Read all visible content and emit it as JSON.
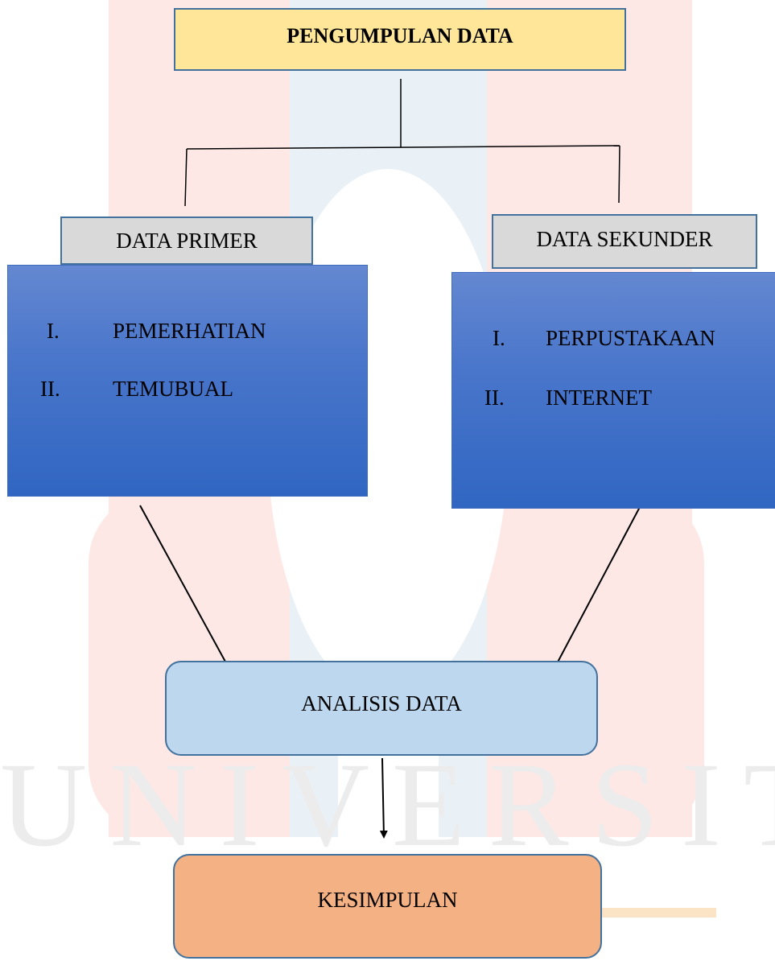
{
  "diagram": {
    "top": {
      "label": "PENGUMPULAN DATA"
    },
    "primary": {
      "header": "DATA PRIMER",
      "items": [
        {
          "num": "I.",
          "text": "PEMERHATIAN"
        },
        {
          "num": "II.",
          "text": "TEMUBUAL"
        }
      ]
    },
    "secondary": {
      "header": "DATA SEKUNDER",
      "items": [
        {
          "num": "I.",
          "text": "PERPUSTAKAAN"
        },
        {
          "num": "II.",
          "text": "INTERNET"
        }
      ]
    },
    "analysis": {
      "label": "ANALISIS DATA"
    },
    "conclusion": {
      "label": "KESIMPULAN"
    }
  },
  "watermark": {
    "text": "UNIVERSITI"
  },
  "colors": {
    "top_fill": "#ffe699",
    "header_fill": "#d9d9d9",
    "list_fill": "#3f6fc9",
    "analysis_fill": "#bdd7ee",
    "conclusion_fill": "#f4b183",
    "border": "#41719c"
  }
}
